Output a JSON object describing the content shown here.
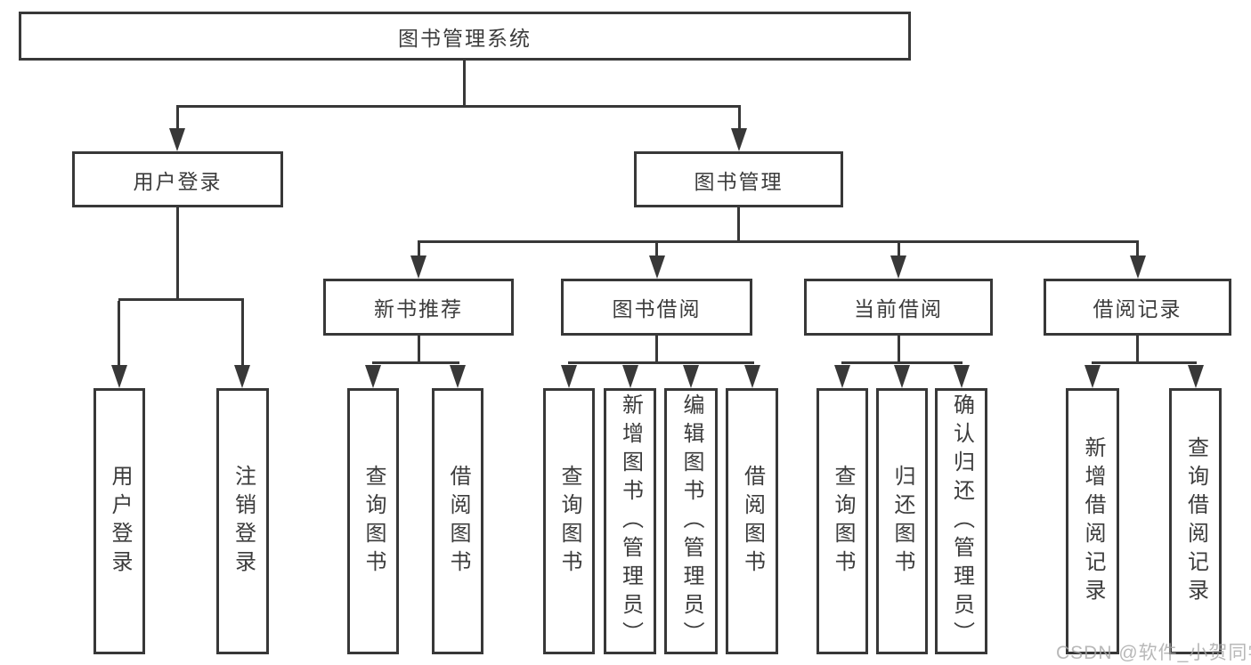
{
  "diagram_title": "图书管理系统",
  "tree": {
    "root": {
      "label": "图书管理系统",
      "children": [
        {
          "label": "用户登录",
          "children": [
            {
              "label": "用户登录"
            },
            {
              "label": "注销登录"
            }
          ]
        },
        {
          "label": "图书管理",
          "children": [
            {
              "label": "新书推荐",
              "children": [
                {
                  "label": "查询图书"
                },
                {
                  "label": "借阅图书"
                }
              ]
            },
            {
              "label": "图书借阅",
              "children": [
                {
                  "label": "查询图书"
                },
                {
                  "label": "新增图书（管理员）"
                },
                {
                  "label": "编辑图书（管理员）"
                },
                {
                  "label": "借阅图书"
                }
              ]
            },
            {
              "label": "当前借阅",
              "children": [
                {
                  "label": "查询图书"
                },
                {
                  "label": "归还图书"
                },
                {
                  "label": "确认归还（管理员）"
                }
              ]
            },
            {
              "label": "借阅记录",
              "children": [
                {
                  "label": "新增借阅记录"
                },
                {
                  "label": "查询借阅记录"
                }
              ]
            }
          ]
        }
      ]
    }
  },
  "watermark": "CSDN @软件_小贺同学",
  "colors": {
    "line": "#383838",
    "text": "#3c3c3c",
    "background": "#ffffff",
    "watermark": "#a6a6a6"
  }
}
